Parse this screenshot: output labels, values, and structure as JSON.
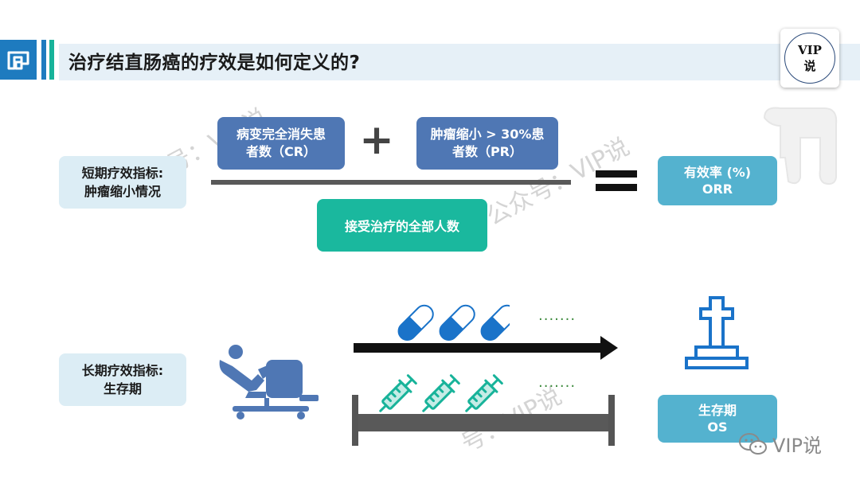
{
  "header": {
    "title": "治疗结直肠癌的疗效是如何定义的?",
    "badge_line1": "VIP",
    "badge_line2": "说",
    "logo_icon": "intestine-icon"
  },
  "short_term": {
    "label": "短期疗效指标:\n肿瘤缩小情况",
    "cr_box": "病变完全消失患\n者数（CR）",
    "pr_box": "肿瘤缩小 > 30%患\n者数（PR）",
    "denominator": "接受治疗的全部人数",
    "result": "有效率 (%)\nORR",
    "plus_symbol": "+",
    "equals_icon": "equals-icon"
  },
  "long_term": {
    "label": "长期疗效指标:\n生存期",
    "result": "生存期\nOS",
    "dots_upper": ".......",
    "dots_lower": ".......",
    "icons": [
      "patient-bed-icon",
      "capsule-icon",
      "syringe-icon",
      "timeline-arrow-icon",
      "tombstone-cross-icon"
    ]
  },
  "watermarks": [
    "号：VIP说",
    "公众号：VIP说",
    "号：VIP说"
  ],
  "wechat": {
    "text": "VIP说",
    "icon": "wechat-icon"
  },
  "colors": {
    "brand_blue": "#1e7bbf",
    "box_blue": "#4f77b4",
    "box_teal": "#1ab89e",
    "box_sky": "#54b2cf",
    "box_light": "#dcedf5",
    "pill_blue": "#1a73c9",
    "syringe_green": "#18b39a"
  }
}
